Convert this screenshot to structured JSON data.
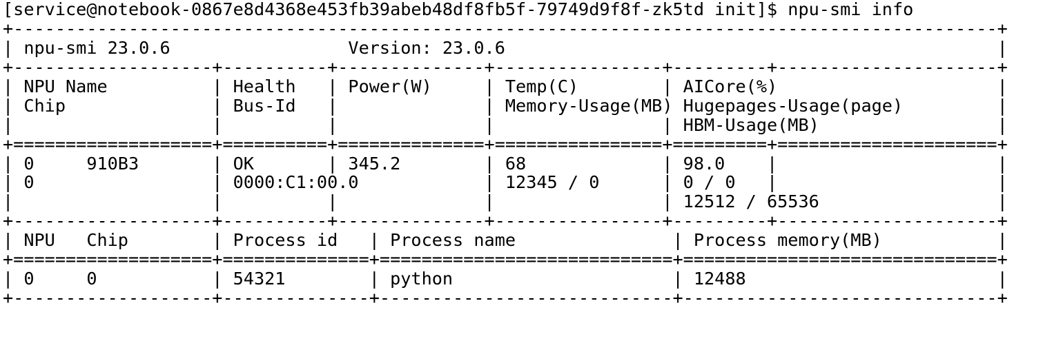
{
  "terminal": {
    "shell_prompt": {
      "user": "service",
      "host": "notebook-0867e8d4368e453fb39abeb48df8fb5f-79749d9f8f-zk5td",
      "context": "init",
      "symbol": "$",
      "command": "npu-smi info",
      "full_line": "[service@notebook-0867e8d4368e453fb39abeb48df8fb5f-79749d9f8f-zk5td init]$ npu-smi info"
    },
    "tool": {
      "name": "npu-smi",
      "tool_version": "23.0.6",
      "version_label": "Version:",
      "version_value": "23.0.6"
    },
    "device_table": {
      "headers_row1": [
        "NPU Name",
        "Health",
        "Power(W)",
        "Temp(C)",
        "AICore(%)"
      ],
      "headers_row2": [
        "Chip",
        "Bus-Id",
        "",
        "Memory-Usage(MB)",
        "Hugepages-Usage(page)"
      ],
      "headers_row3": [
        "",
        "",
        "",
        "",
        "HBM-Usage(MB)"
      ],
      "rows": [
        {
          "npu_id": "0",
          "name": "910B3",
          "health": "OK",
          "power": "345.2",
          "temp": "68",
          "aicore": "98.0",
          "chip": "0",
          "bus_id": "0000:C1:00.0",
          "memory_usage": "12345 / 0",
          "hugepages_usage": "0 / 0",
          "hbm_usage": "12512 / 65536"
        }
      ]
    },
    "process_table": {
      "headers": [
        "NPU",
        "Chip",
        "Process id",
        "Process name",
        "Process memory(MB)"
      ],
      "rows": [
        {
          "npu": "0",
          "chip": "0",
          "process_id": "54321",
          "process_name": "python",
          "process_memory": "12488"
        }
      ]
    },
    "raw_lines": [
      "[service@notebook-0867e8d4368e453fb39abeb48df8fb5f-79749d9f8f-zk5td init]$ npu-smi info",
      "+------------------------------------------------------------------------------------------------+",
      "| npu-smi 23.0.6                   Version: 23.0.6                                               |",
      "+---------------------------+---------------+----------------+---------------+-------------------+",
      "| NPU   Name                | Health        | Power(W)       | Temp(C)       | AICore(%)         |",
      "| Chip                      | Bus-Id        |                | Memory-Usage(MB) | Hugepages-Usage(page) |",
      "|                           |               |                |               | HBM-Usage(MB)     |",
      "+===========================+===============+================+===============+===================+",
      "| 0     910B3               | OK            | 345.2          | 68            | 98.0              |",
      "| 0                         | 0000:C1:00.0  |                | 12345 / 0     | 0 / 0             |",
      "|                           |               |                |               | 12512 / 65536     |",
      "+---------------------------+---------------+----------------+---------------+-------------------+",
      "| NPU   Chip                | Process id    | Process name                | Process memory(MB)  |",
      "+===========================+===============+=============================+=====================+",
      "| 0     0                   | 54321         | python                      | 12488               |",
      "+---------------------------+---------------+-----------------------------+---------------------+"
    ],
    "colors": {
      "background": "#ffffff",
      "foreground": "#000000"
    }
  }
}
